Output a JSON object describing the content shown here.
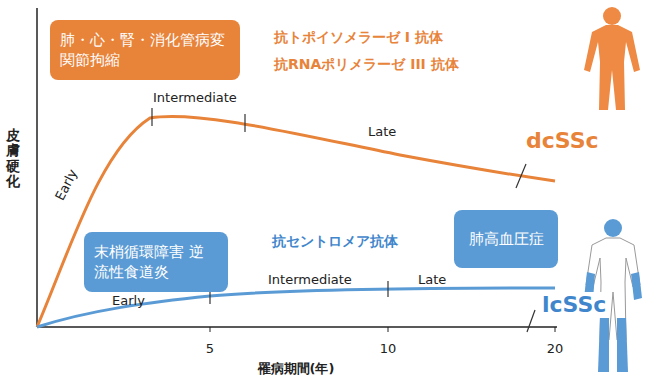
{
  "diagram": {
    "nodes": [
      {
        "text": [
          "肺・心・腎・消化管病変 関節拘縮"
        ]
      },
      {
        "text": [
          "末梢循環障害 逆流性食道炎"
        ]
      },
      {
        "text": [
          "肺高血圧症"
        ]
      }
    ],
    "labels": [
      "抗トポイソメラーゼ I 抗体",
      "抗RNAポリメラーゼ III 抗体",
      "Intermediate",
      "Late",
      "Early",
      "dcSSc",
      "抗セントロメア抗体",
      "Early",
      "Intermediate",
      "Late",
      "lcSSc",
      "皮膚硬化",
      "5",
      "10",
      "20",
      "罹病期間(年)"
    ]
  }
}
